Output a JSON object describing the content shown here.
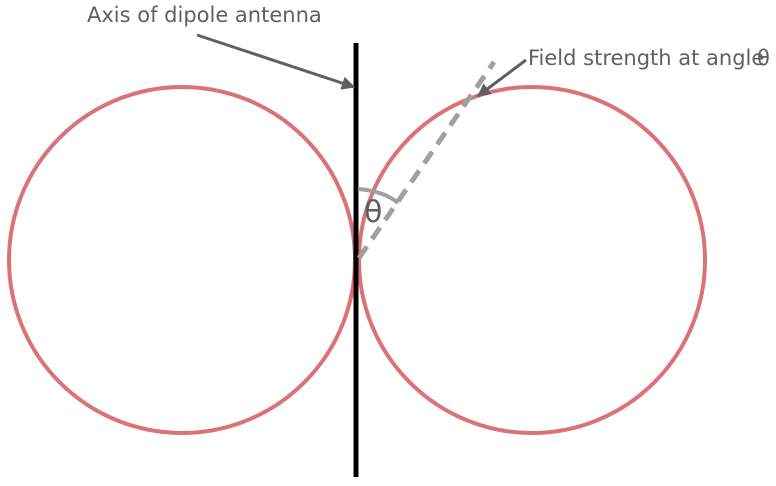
{
  "labels": {
    "axis": "Axis of dipole antenna",
    "field": "Field strength at angle",
    "field_theta": "θ",
    "angle": "θ"
  },
  "colors": {
    "lobe": "#d97376",
    "axis": "#000000",
    "annotation": "#606060",
    "dashed_line": "#a0a0a0",
    "angle_arc": "#a0a0a0"
  }
}
